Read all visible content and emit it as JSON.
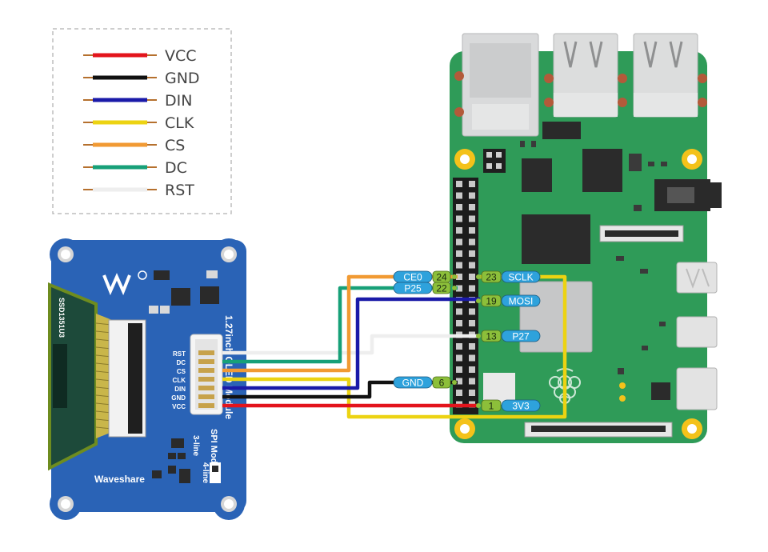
{
  "colors": {
    "vcc": "#e3141c",
    "gnd": "#111111",
    "din": "#1a1aa8",
    "clk": "#ecd312",
    "cs": "#f19a33",
    "dc": "#17a078",
    "rst": "#eeeeee",
    "rpi_board": "#2f9b58",
    "oled_board": "#2a63b6",
    "pin_number_bg": "#8cbf3a",
    "pin_label_bg": "#2ea2dc"
  },
  "legend": [
    {
      "label": "VCC",
      "color_key": "vcc"
    },
    {
      "label": "GND",
      "color_key": "gnd"
    },
    {
      "label": "DIN",
      "color_key": "din"
    },
    {
      "label": "CLK",
      "color_key": "clk"
    },
    {
      "label": "CS",
      "color_key": "cs"
    },
    {
      "label": "DC",
      "color_key": "dc"
    },
    {
      "label": "RST",
      "color_key": "rst"
    }
  ],
  "rpi_pins_left": [
    {
      "number": "24",
      "label": "CE0"
    },
    {
      "number": "22",
      "label": "P25"
    },
    {
      "number": "6",
      "label": "GND"
    }
  ],
  "rpi_pins_right": [
    {
      "number": "23",
      "label": "SCLK"
    },
    {
      "number": "19",
      "label": "MOSI"
    },
    {
      "number": "13",
      "label": "P27"
    },
    {
      "number": "1",
      "label": "3V3"
    }
  ],
  "oled_module": {
    "brand": "Waveshare",
    "title": "1.27inch OLED Module",
    "mode_label": "SPI Mode",
    "mode_3line": "3-line",
    "mode_4line": "4-line",
    "side_code": "SSD1351U3",
    "header_pins": [
      "RST",
      "DC",
      "CS",
      "CLK",
      "DIN",
      "GND",
      "VCC"
    ]
  }
}
